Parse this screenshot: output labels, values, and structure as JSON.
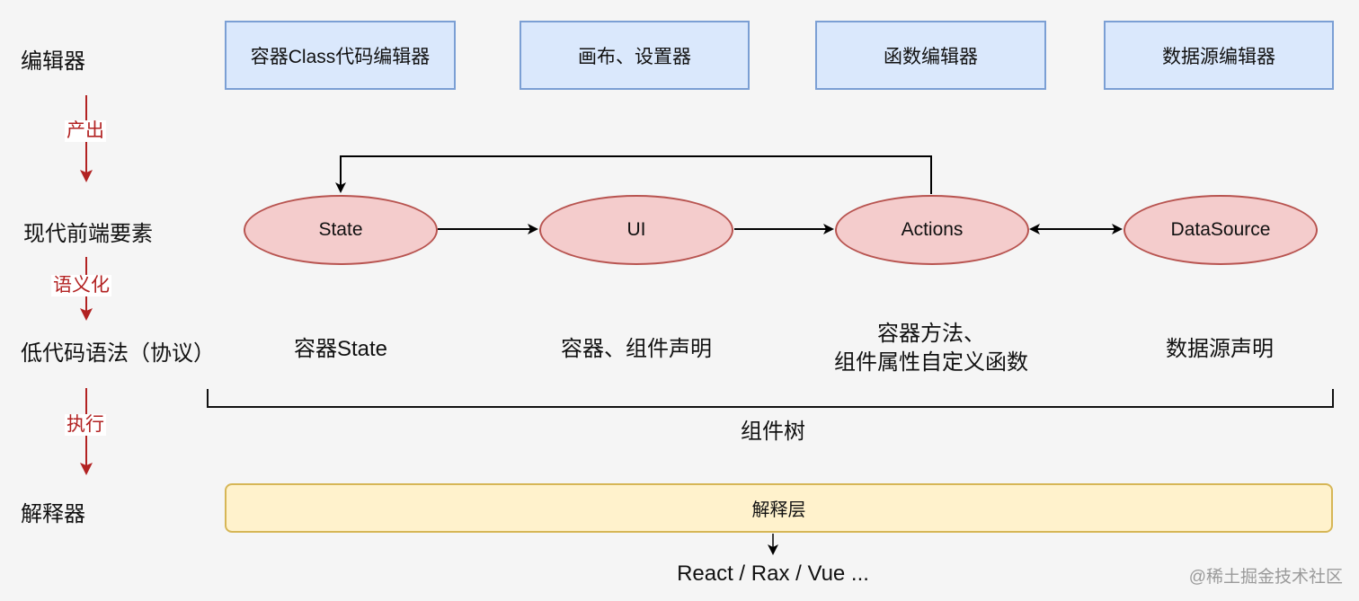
{
  "rows": {
    "editor": "编辑器",
    "modern_frontend": "现代前端要素",
    "lowcode_syntax": "低代码语法（协议）",
    "interpreter": "解释器"
  },
  "steps": {
    "produce": "产出",
    "semanticize": "语义化",
    "execute": "执行"
  },
  "editors": [
    "容器Class代码编辑器",
    "画布、设置器",
    "函数编辑器",
    "数据源编辑器"
  ],
  "nodes": {
    "state": "State",
    "ui": "UI",
    "actions": "Actions",
    "datasource": "DataSource"
  },
  "syntax": {
    "state": "容器State",
    "ui": "容器、组件声明",
    "actions_line1": "容器方法、",
    "actions_line2": "组件属性自定义函数",
    "datasource": "数据源声明"
  },
  "component_tree": "组件树",
  "interpreter_layer": "解释层",
  "frameworks": "React / Rax / Vue ...",
  "watermark": "@稀土掘金技术社区",
  "colors": {
    "editor_fill": "#dae8fc",
    "editor_stroke": "#7b9fd4",
    "node_fill": "#f4cccc",
    "node_stroke": "#b85450",
    "interp_fill": "#fff2cc",
    "interp_stroke": "#d6b656",
    "step_arrow": "#b22222"
  }
}
